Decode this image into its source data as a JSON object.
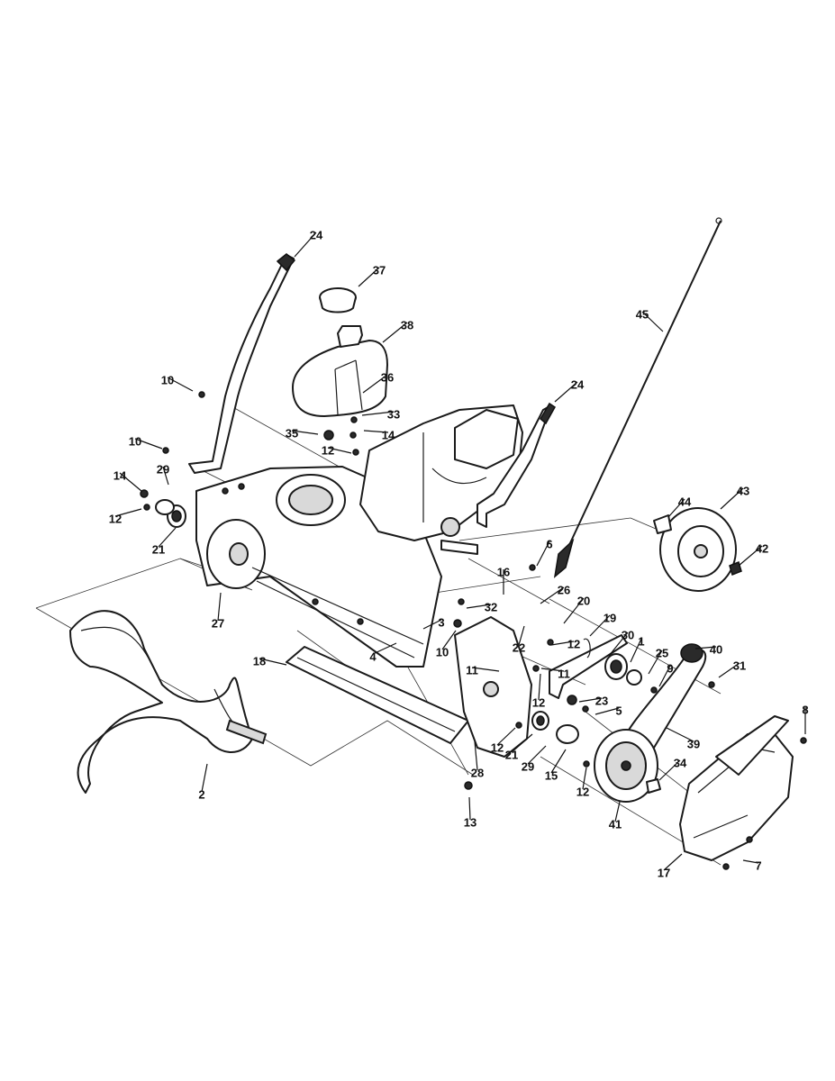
{
  "diagram": {
    "callouts": [
      {
        "label": "24"
      },
      {
        "label": "37"
      },
      {
        "label": "38"
      },
      {
        "label": "36"
      },
      {
        "label": "33"
      },
      {
        "label": "10"
      },
      {
        "label": "35"
      },
      {
        "label": "14"
      },
      {
        "label": "12"
      },
      {
        "label": "10"
      },
      {
        "label": "14"
      },
      {
        "label": "29"
      },
      {
        "label": "12"
      },
      {
        "label": "21"
      },
      {
        "label": "27"
      },
      {
        "label": "45"
      },
      {
        "label": "24"
      },
      {
        "label": "44"
      },
      {
        "label": "43"
      },
      {
        "label": "42"
      },
      {
        "label": "6"
      },
      {
        "label": "16"
      },
      {
        "label": "26"
      },
      {
        "label": "32"
      },
      {
        "label": "20"
      },
      {
        "label": "3"
      },
      {
        "label": "19"
      },
      {
        "label": "10"
      },
      {
        "label": "4"
      },
      {
        "label": "22"
      },
      {
        "label": "12"
      },
      {
        "label": "30"
      },
      {
        "label": "1"
      },
      {
        "label": "25"
      },
      {
        "label": "40"
      },
      {
        "label": "9"
      },
      {
        "label": "31"
      },
      {
        "label": "18"
      },
      {
        "label": "11"
      },
      {
        "label": "11"
      },
      {
        "label": "12"
      },
      {
        "label": "23"
      },
      {
        "label": "5"
      },
      {
        "label": "39"
      },
      {
        "label": "8"
      },
      {
        "label": "12"
      },
      {
        "label": "21"
      },
      {
        "label": "29"
      },
      {
        "label": "15"
      },
      {
        "label": "34"
      },
      {
        "label": "28"
      },
      {
        "label": "12"
      },
      {
        "label": "41"
      },
      {
        "label": "2"
      },
      {
        "label": "13"
      },
      {
        "label": "17"
      },
      {
        "label": "7"
      }
    ]
  }
}
